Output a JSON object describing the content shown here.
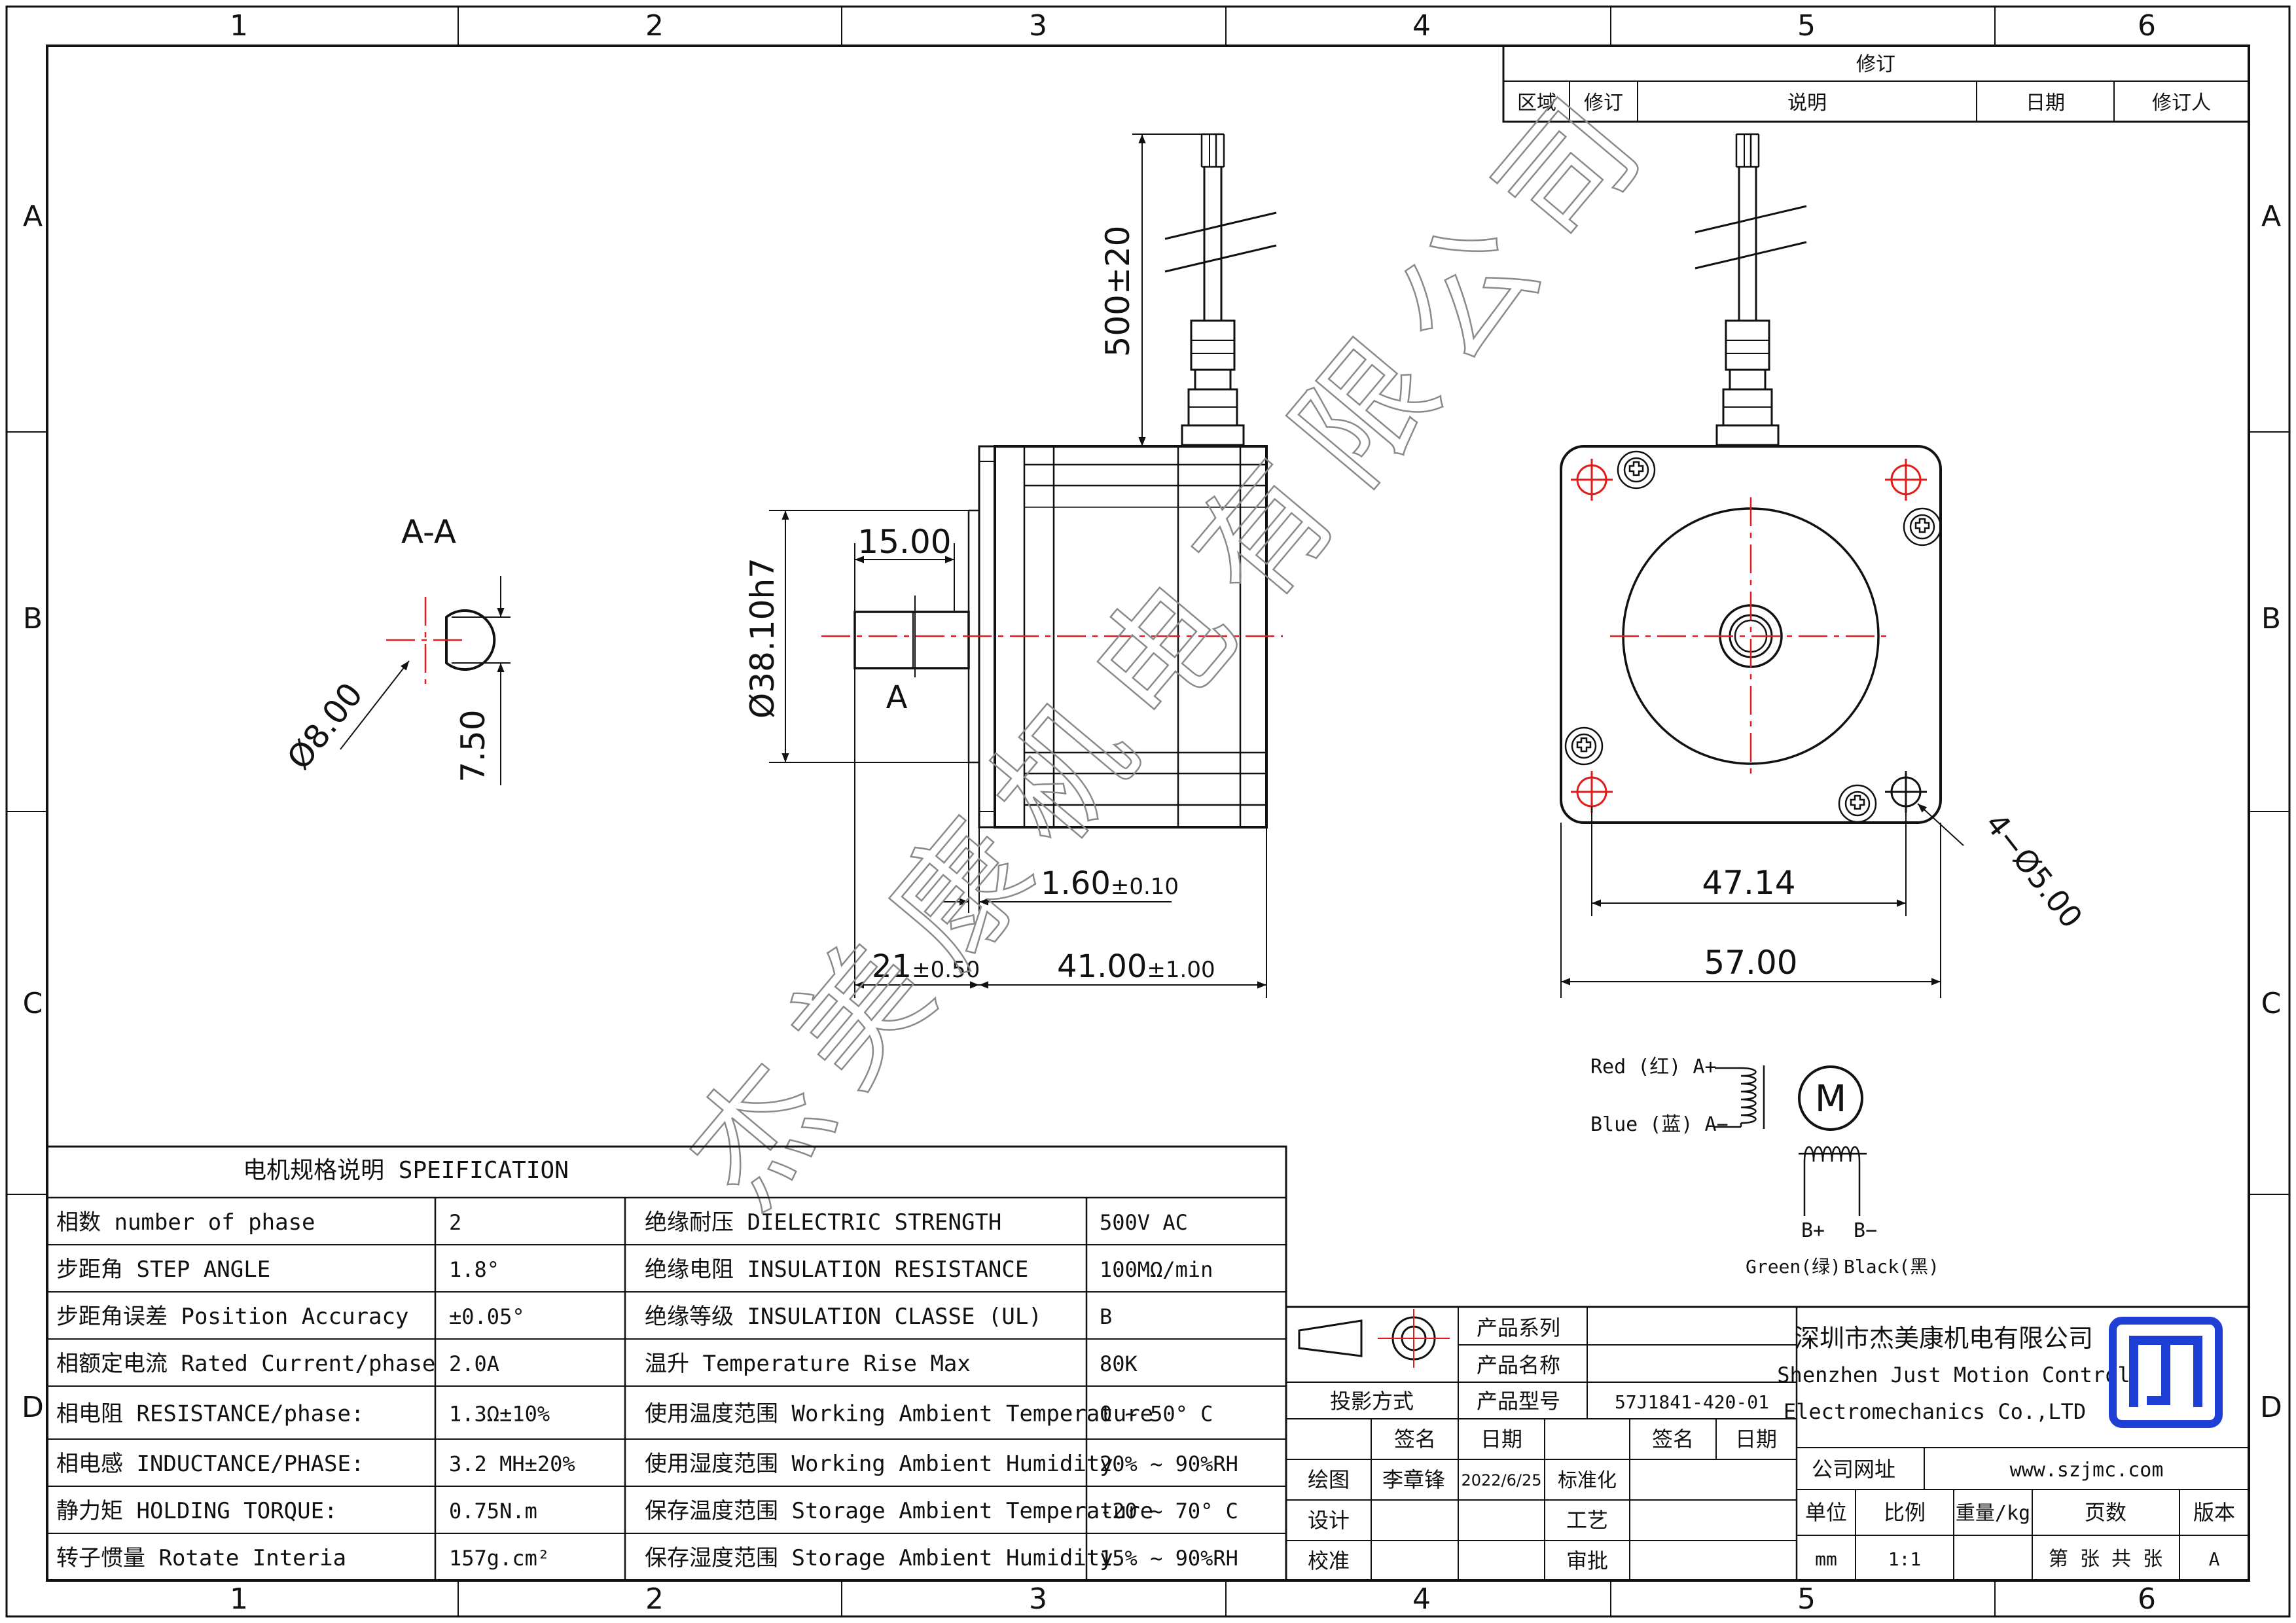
{
  "frame": {
    "columns": [
      "1",
      "2",
      "3",
      "4",
      "5",
      "6"
    ],
    "rows": [
      "A",
      "B",
      "C",
      "D"
    ]
  },
  "revision_block": {
    "title": "修订",
    "headers": [
      "区域",
      "修订",
      "说明",
      "日期",
      "修订人"
    ]
  },
  "section": {
    "title": "A-A",
    "dia": "Ø8.00",
    "flat": "7.50"
  },
  "side_view": {
    "lead_length": "500±20",
    "shaft_length": "15.00",
    "pilot_dia": "Ø38.10h7",
    "section_mark": "A",
    "pilot_height": "1.60",
    "pilot_height_tol": "±0.10",
    "shaft_total": "21",
    "shaft_total_tol": "±0.50",
    "body_length": "41.00",
    "body_length_tol": "±1.00"
  },
  "front_view": {
    "bolt_spacing": "47.14",
    "body_width": "57.00",
    "holes": "4−Ø5.00"
  },
  "wiring": {
    "a_plus": "Red (红) A+",
    "a_minus": "Blue (蓝) A−",
    "motor": "M",
    "b_plus": "B+",
    "b_minus": "B−",
    "b_plus_color": "Green(绿)",
    "b_minus_color": "Black(黑)"
  },
  "watermark": "杰美康机电有限公司",
  "spec": {
    "title": "电机规格说明 SPEIFICATION",
    "rows": [
      [
        "相数 number of phase",
        "2",
        "绝缘耐压 DIELECTRIC STRENGTH",
        "500V AC"
      ],
      [
        "步距角 STEP ANGLE",
        "1.8°",
        "绝缘电阻 INSULATION RESISTANCE",
        "100MΩ/min"
      ],
      [
        "步距角误差 Position Accuracy",
        "±0.05°",
        "绝缘等级 INSULATION CLASSE (UL)",
        "B"
      ],
      [
        "相额定电流 Rated Current/phase",
        "2.0A",
        "温升 Temperature Rise Max",
        "80K"
      ],
      [
        "相电阻 RESISTANCE/phase:",
        "1.3Ω±10%",
        "使用温度范围 Working Ambient Temperature",
        "0 ~ 50° C"
      ],
      [
        "相电感 INDUCTANCE/PHASE:",
        "3.2 MH±20%",
        "使用湿度范围 Working Ambient Humidity",
        "20% ~ 90%RH"
      ],
      [
        "静力矩 HOLDING TORQUE:",
        "0.75N.m",
        "保存温度范围 Storage Ambient Temperature",
        "-20 ~ 70° C"
      ],
      [
        "转子惯量 Rotate Interia",
        "157g.cm²",
        "保存湿度范围 Storage Ambient Humidity",
        "15% ~ 90%RH"
      ]
    ]
  },
  "title_block": {
    "product_series": "产品系列",
    "product_name": "产品名称",
    "projection": "投影方式",
    "product_model_label": "产品型号",
    "product_model": "57J1841-420-01",
    "sign": "签名",
    "date": "日期",
    "sign2": "签名",
    "date2": "日期",
    "draw": "绘图",
    "drawer": "李章锋",
    "draw_date": "2022/6/25",
    "standard": "标准化",
    "design": "设计",
    "process": "工艺",
    "check": "校准",
    "approve": "审批",
    "company_cn": "深圳市杰美康机电有限公司",
    "company_en1": "Shenzhen Just Motion Control",
    "company_en2": "Electromechanics Co.,LTD",
    "website_label": "公司网址",
    "website": "www.szjmc.com",
    "unit_label": "单位",
    "scale_label": "比例",
    "weight_label": "重量/kg",
    "pages_label": "页数",
    "version_label": "版本",
    "unit": "mm",
    "scale": "1:1",
    "pages": "第 张 共 张",
    "version": "A",
    "logo_color": "#1e3fd6"
  }
}
